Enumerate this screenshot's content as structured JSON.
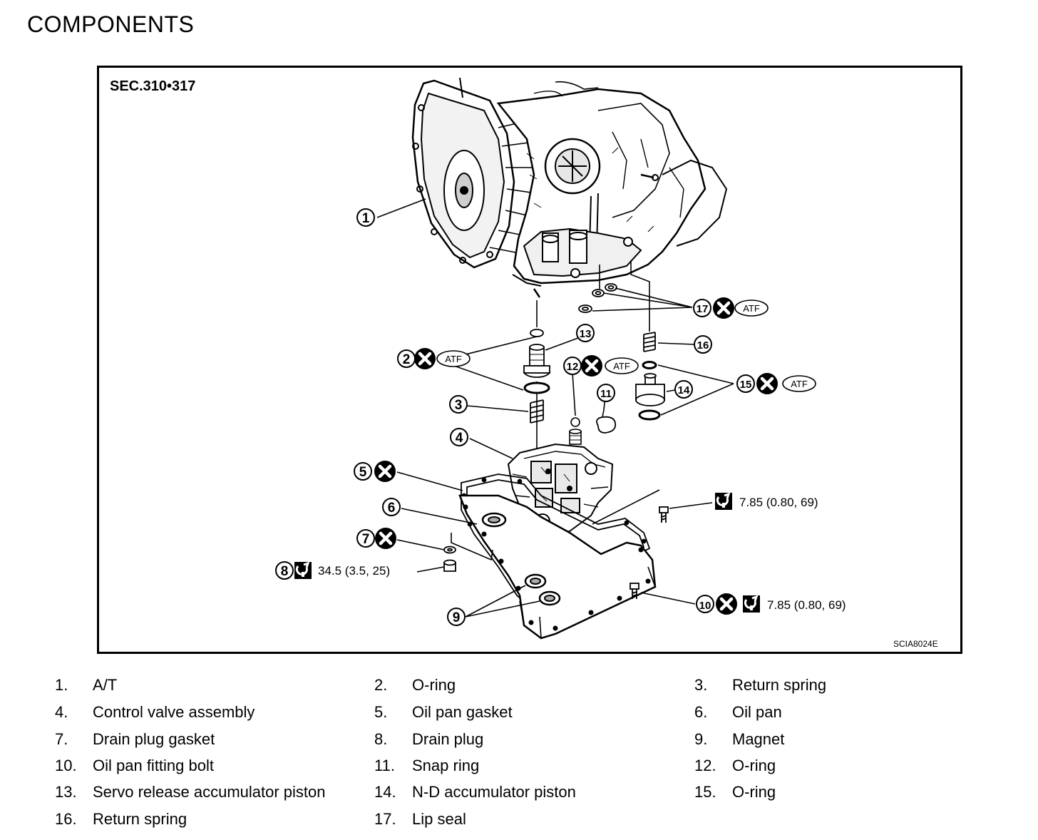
{
  "page": {
    "title": "COMPONENTS"
  },
  "figure": {
    "section": "SEC.310•317",
    "figure_code": "SCIA8024E",
    "torque_specs": {
      "drain_plug": "34.5 (3.5, 25)",
      "bolt_right": "7.85 (0.80, 69)",
      "fitting_bolt": "7.85 (0.80, 69)"
    },
    "atf_label": "ATF",
    "callouts": [
      "1",
      "2",
      "3",
      "4",
      "5",
      "6",
      "7",
      "8",
      "9",
      "10",
      "11",
      "12",
      "13",
      "14",
      "15",
      "16",
      "17"
    ]
  },
  "legend": [
    {
      "num": "1.",
      "label": "A/T"
    },
    {
      "num": "2.",
      "label": "O-ring"
    },
    {
      "num": "3.",
      "label": "Return spring"
    },
    {
      "num": "4.",
      "label": "Control valve assembly"
    },
    {
      "num": "5.",
      "label": "Oil pan gasket"
    },
    {
      "num": "6.",
      "label": "Oil pan"
    },
    {
      "num": "7.",
      "label": "Drain plug gasket"
    },
    {
      "num": "8.",
      "label": "Drain plug"
    },
    {
      "num": "9.",
      "label": "Magnet"
    },
    {
      "num": "10.",
      "label": "Oil pan fitting bolt"
    },
    {
      "num": "11.",
      "label": "Snap ring"
    },
    {
      "num": "12.",
      "label": "O-ring"
    },
    {
      "num": "13.",
      "label": "Servo release accumulator piston"
    },
    {
      "num": "14.",
      "label": "N-D accumulator piston"
    },
    {
      "num": "15.",
      "label": "O-ring"
    },
    {
      "num": "16.",
      "label": "Return spring"
    },
    {
      "num": "17.",
      "label": "Lip seal"
    }
  ]
}
